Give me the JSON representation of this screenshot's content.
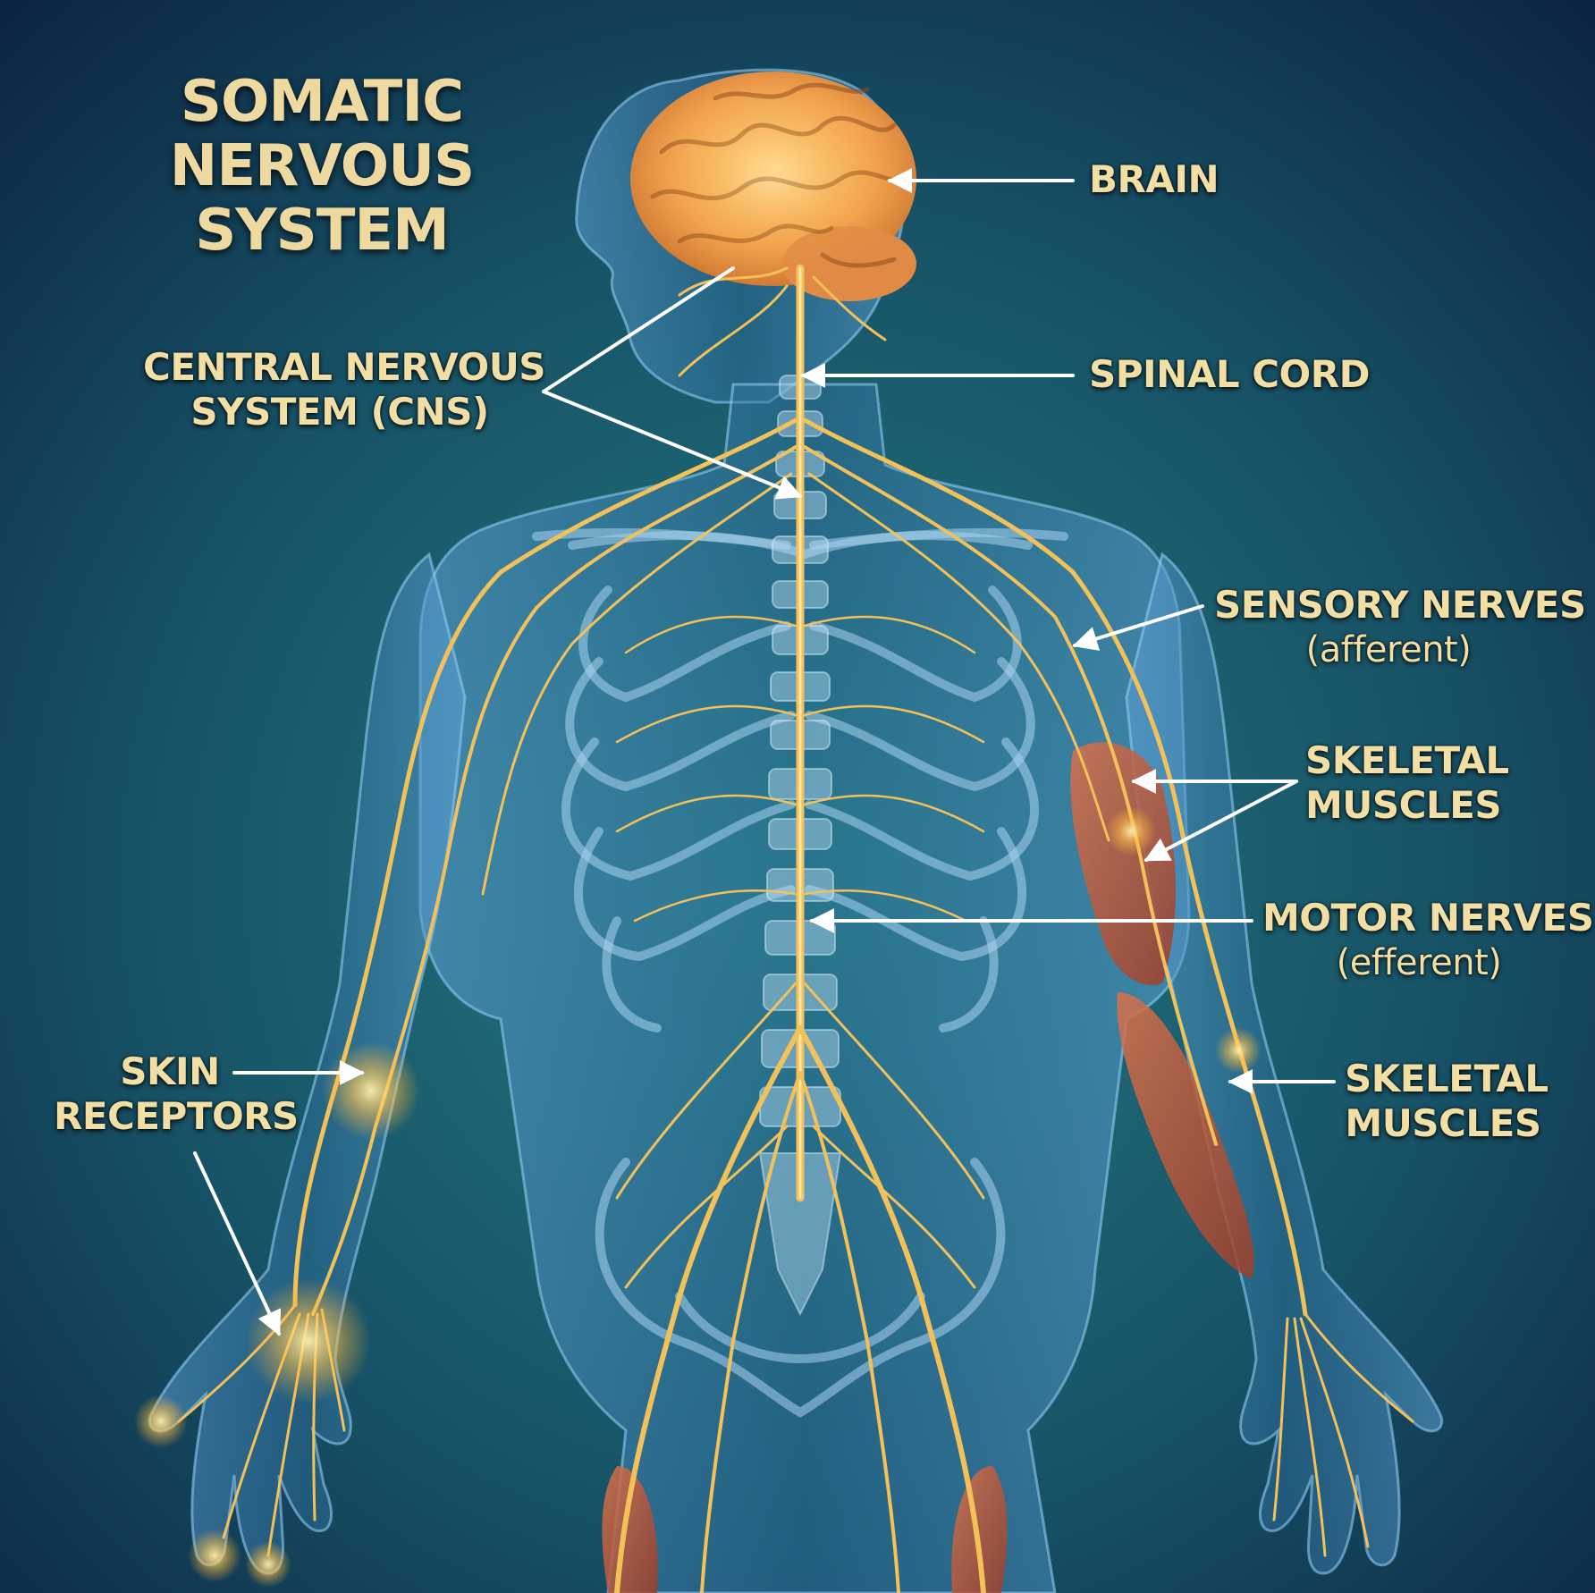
{
  "title": {
    "line1": "SOMATIC",
    "line2": "NERVOUS SYSTEM"
  },
  "labels": {
    "brain": "BRAIN",
    "cns": {
      "line1": "CENTRAL NERVOUS",
      "line2": "SYSTEM (CNS)"
    },
    "spinal_cord": "SPINAL CORD",
    "sensory": {
      "line1": "SENSORY NERVES",
      "line2": "(afferent)"
    },
    "skeletal_upper": {
      "line1": "SKELETAL",
      "line2": "MUSCLES"
    },
    "motor": {
      "line1": "MOTOR NERVES",
      "line2": "(efferent)"
    },
    "skin": {
      "line1": "SKIN",
      "line2": "RECEPTORS"
    },
    "skeletal_lower": {
      "line1": "SKELETAL",
      "line2": "MUSCLES"
    }
  },
  "colors": {
    "background_light": "#1f6b74",
    "background_dark": "#0b2340",
    "body": "#3b7fb8",
    "nerve": "#f3c15a",
    "brain": "#f0a55a",
    "muscle": "#c0583a",
    "label_text": "#F2DFA6"
  }
}
